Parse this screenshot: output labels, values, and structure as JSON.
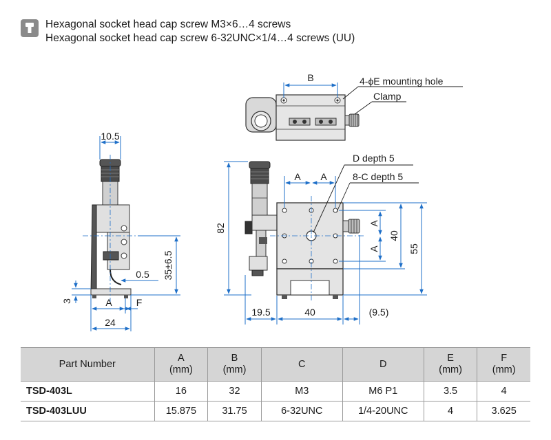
{
  "notes": {
    "line1": "Hexagonal socket head cap screw M3×6…4 screws",
    "line2": "Hexagonal socket head cap screw 6-32UNC×1/4…4 screws (UU)"
  },
  "labels": {
    "B": "B",
    "mounting_hole": "4-ϕE mounting hole",
    "clamp": "Clamp",
    "d_depth": "D depth 5",
    "c_depth": "8-C depth 5",
    "A_top1": "A",
    "A_top2": "A",
    "A_right1": "A",
    "A_right2": "A",
    "dim_40_right": "40",
    "dim_55": "55",
    "dim_82": "82",
    "dim_19_5": "19.5",
    "dim_40_bottom": "40",
    "dim_9_5": "(9.5)",
    "dim_10_5": "10.5",
    "dim_35": "35±6.5",
    "dim_0_5": "0.5",
    "dim_3": "3",
    "side_A": "A",
    "side_F": "F",
    "dim_24": "24"
  },
  "table": {
    "headers": [
      {
        "line1": "Part Number",
        "line2": ""
      },
      {
        "line1": "A",
        "line2": "(mm)"
      },
      {
        "line1": "B",
        "line2": "(mm)"
      },
      {
        "line1": "C",
        "line2": ""
      },
      {
        "line1": "D",
        "line2": ""
      },
      {
        "line1": "E",
        "line2": "(mm)"
      },
      {
        "line1": "F",
        "line2": "(mm)"
      }
    ],
    "rows": [
      {
        "part": "TSD-403L",
        "a": "16",
        "b": "32",
        "c": "M3",
        "d": "M6 P1",
        "e": "3.5",
        "f": "4"
      },
      {
        "part": "TSD-403LUU",
        "a": "15.875",
        "b": "31.75",
        "c": "6-32UNC",
        "d": "1/4-20UNC",
        "e": "4",
        "f": "3.625"
      }
    ]
  },
  "colors": {
    "dimension": "#1e6fc8",
    "part_fill": "#d9d9d9",
    "part_dark": "#333333",
    "header_fill": "#d5d5d5"
  }
}
